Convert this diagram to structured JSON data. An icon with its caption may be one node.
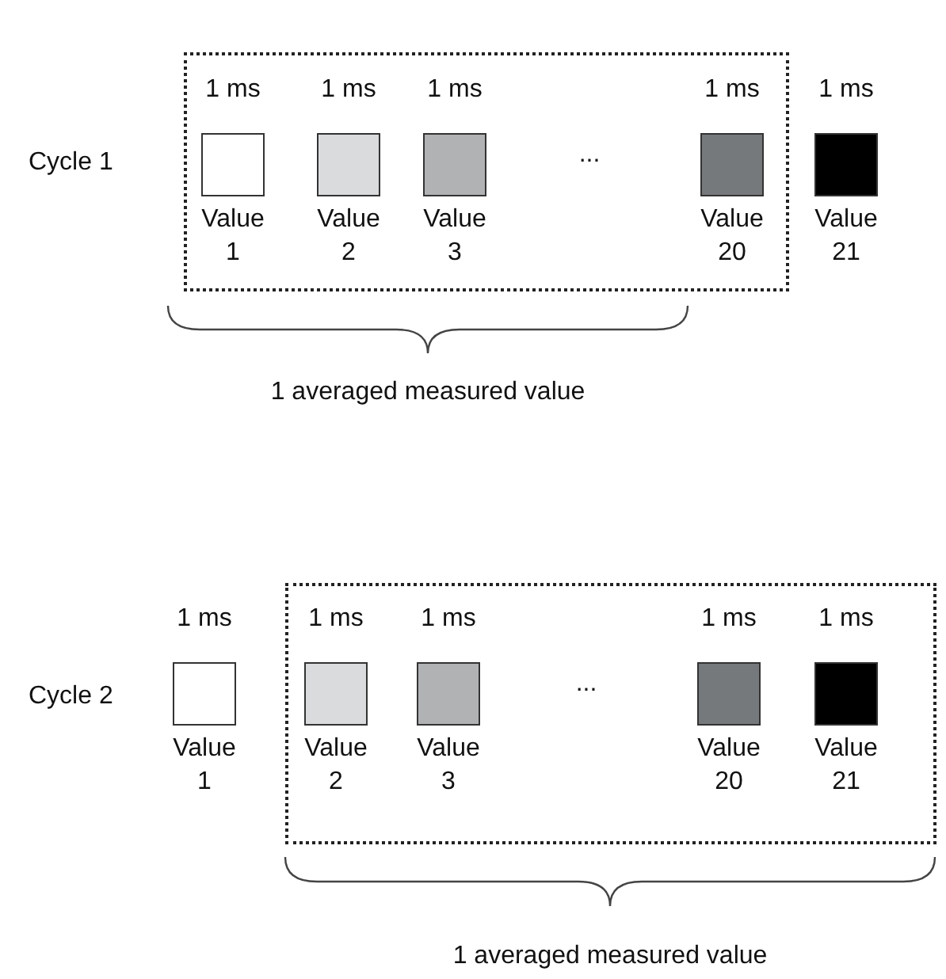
{
  "diagram": {
    "nodes": [
      {
        "text": [],
        "shape": "box"
      },
      {
        "text": [
          "1 ms",
          "Value 1"
        ],
        "in": 0
      },
      {
        "text": [
          "1 ms",
          "Value 2"
        ],
        "in": 0
      },
      {
        "text": [
          "1 ms",
          "Value 3"
        ],
        "in": 0
      },
      {
        "text": [
          "1 ms",
          "Value 20"
        ],
        "in": 0
      },
      {
        "text": [
          "1 ms",
          "Value 21"
        ]
      },
      {
        "text": [
          "1 ms",
          "Value 1"
        ]
      },
      {
        "text": [],
        "shape": "box"
      },
      {
        "text": [
          "1 ms",
          "Value 2"
        ],
        "in": 7
      },
      {
        "text": [
          "1 ms",
          "Value 3"
        ],
        "in": 7
      },
      {
        "text": [
          "1 ms",
          "Value 20"
        ],
        "in": 7
      },
      {
        "text": [
          "1 ms",
          "Value 21"
        ],
        "in": 7
      }
    ],
    "edges": [],
    "labels": [
      "Cycle 1",
      "...",
      "1 averaged measured value",
      "Cycle 2",
      "...",
      "1 averaged measured value"
    ]
  }
}
